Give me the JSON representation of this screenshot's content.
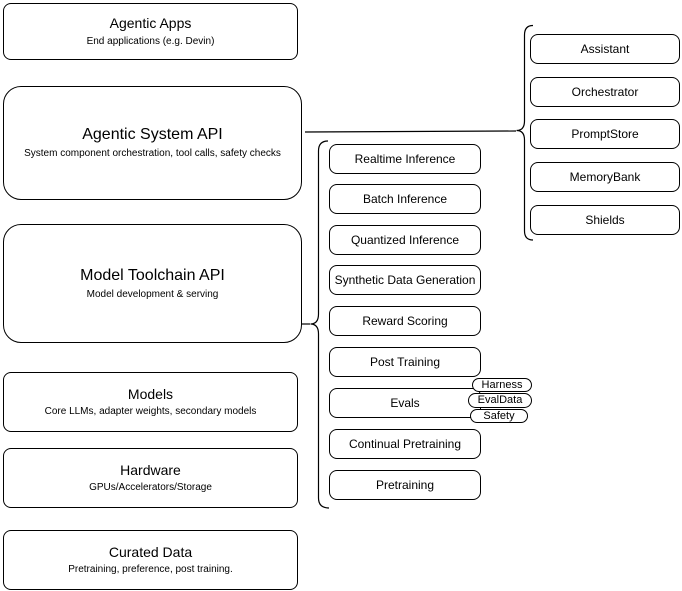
{
  "diagram": {
    "colors": {
      "stroke": "#000000",
      "fill": "#ffffff",
      "text": "#000000"
    },
    "stack": [
      {
        "title": "Agentic Apps",
        "subtitle": "End applications (e.g. Devin)"
      },
      {
        "title": "Agentic System API",
        "subtitle": "System component orchestration, tool calls, safety checks"
      },
      {
        "title": "Model Toolchain API",
        "subtitle": "Model development & serving"
      },
      {
        "title": "Models",
        "subtitle": "Core LLMs, adapter weights, secondary models"
      },
      {
        "title": "Hardware",
        "subtitle": "GPUs/Accelerators/Storage"
      },
      {
        "title": "Curated Data",
        "subtitle": "Pretraining, preference, post training."
      }
    ],
    "toolchain": {
      "nodes": [
        "Realtime Inference",
        "Batch Inference",
        "Quantized Inference",
        "Synthetic Data Generation",
        "Reward Scoring",
        "Post Training",
        "Evals",
        "Continual Pretraining",
        "Pretraining"
      ],
      "eval_tags": [
        "Harness",
        "EvalData",
        "Safety"
      ]
    },
    "system_components": {
      "nodes": [
        "Assistant",
        "Orchestrator",
        "PromptStore",
        "MemoryBank",
        "Shields"
      ]
    }
  }
}
